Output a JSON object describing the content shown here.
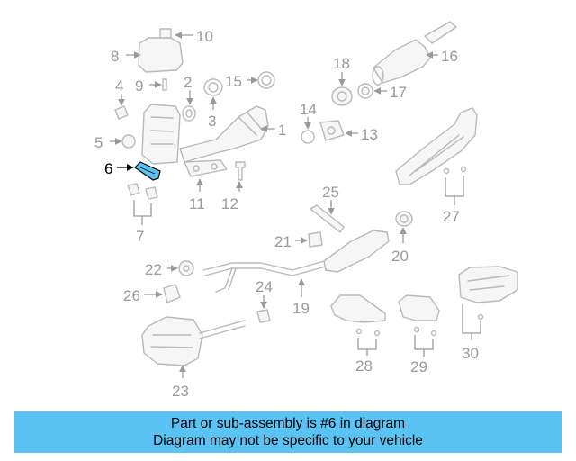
{
  "highlight_color": "#5bc2ef",
  "banner_color": "#5ac3f3",
  "highlighted_part": "6",
  "callouts": [
    "1",
    "2",
    "3",
    "4",
    "5",
    "6",
    "7",
    "8",
    "9",
    "10",
    "11",
    "12",
    "13",
    "14",
    "15",
    "16",
    "17",
    "18",
    "19",
    "20",
    "21",
    "22",
    "23",
    "24",
    "25",
    "26",
    "27",
    "28",
    "29",
    "30"
  ],
  "banner": {
    "line1": "Part or sub-assembly is #6 in diagram",
    "line2": "Diagram may not be specific to your vehicle"
  }
}
